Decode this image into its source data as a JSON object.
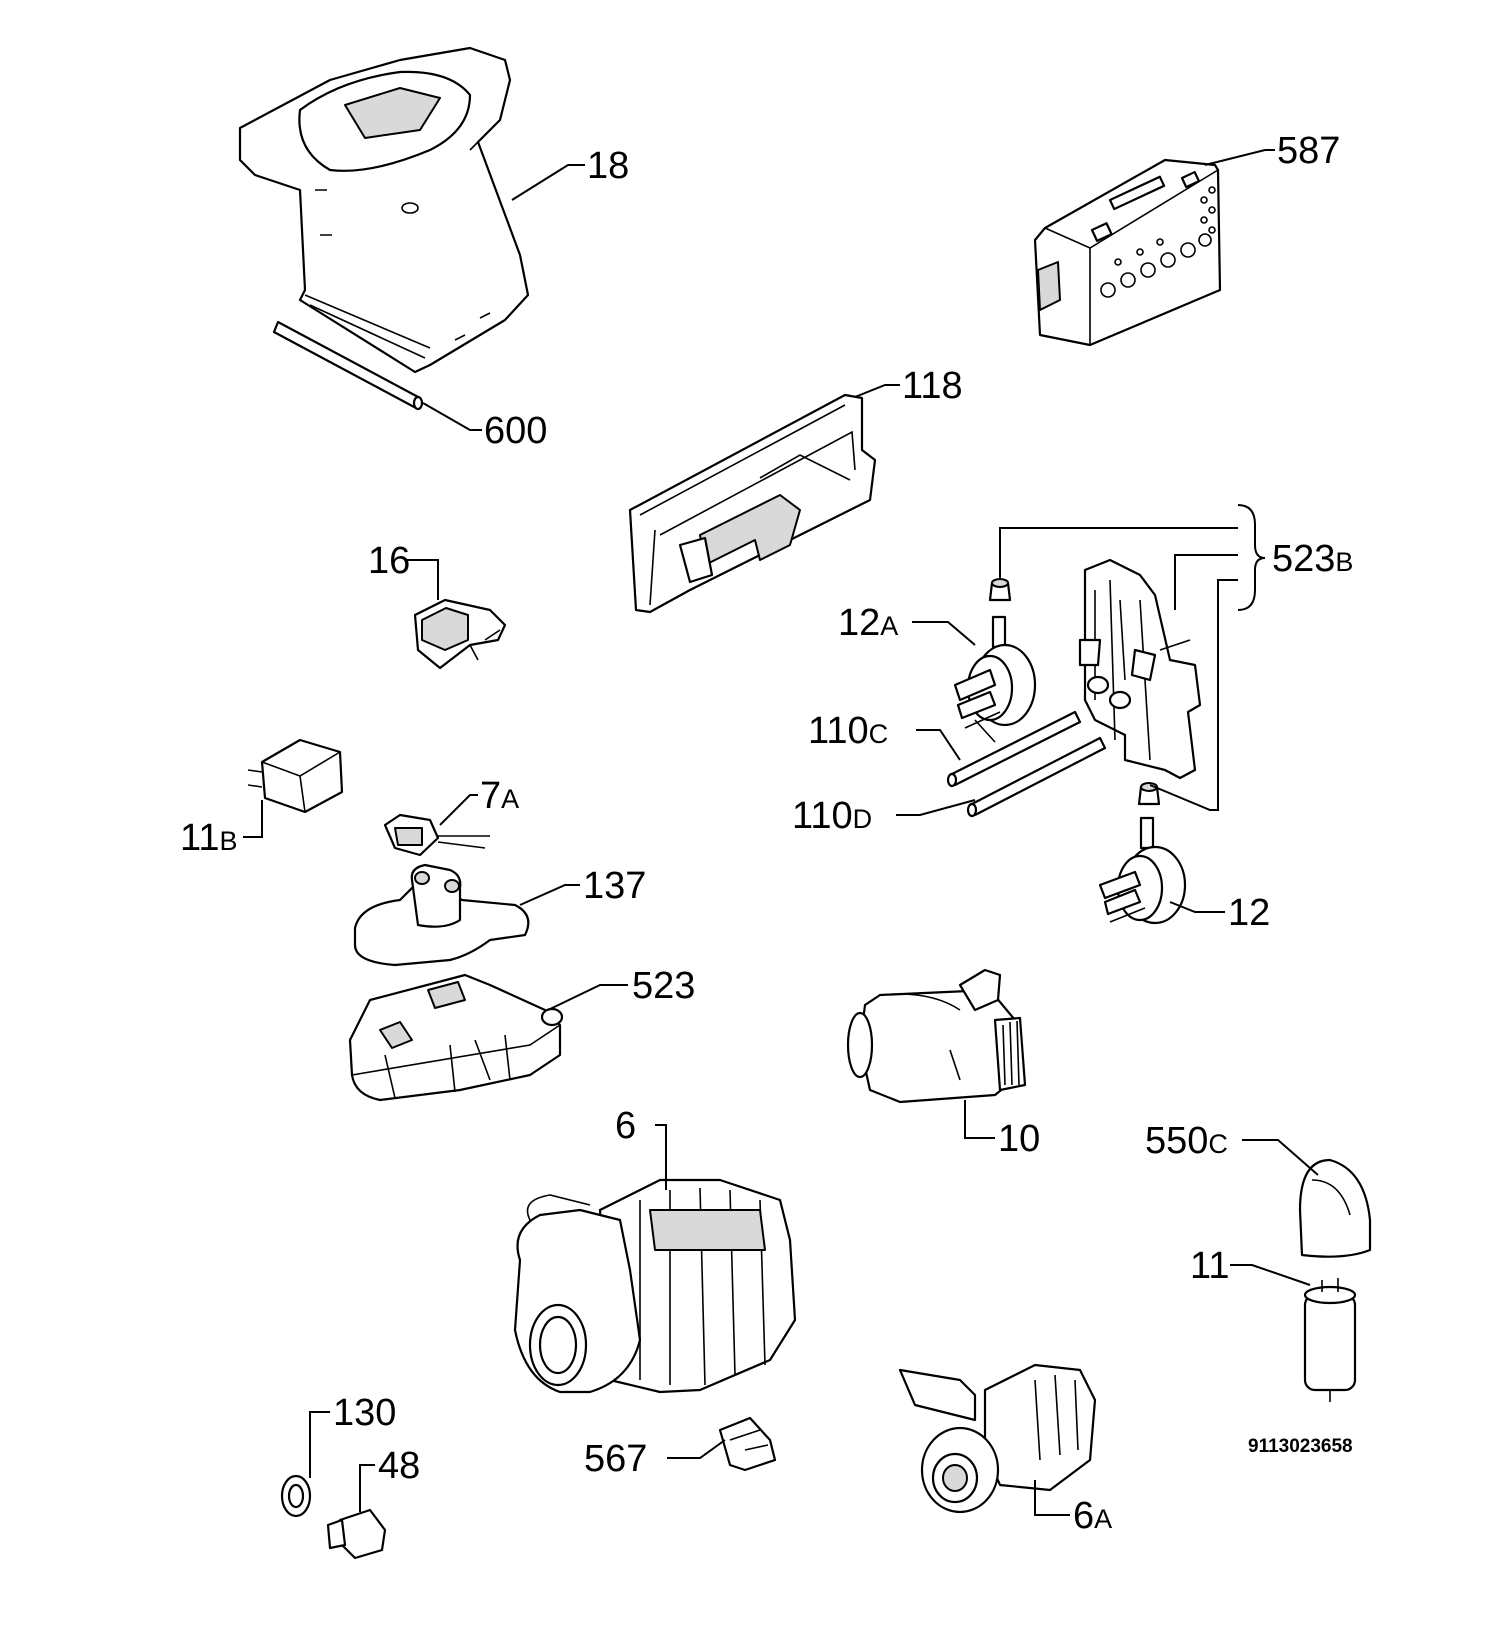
{
  "labels": {
    "l18": "18",
    "l587": "587",
    "l600": "600",
    "l118": "118",
    "l16": "16",
    "l523b": "523",
    "l523b_suffix": "B",
    "l12a": "12",
    "l12a_suffix": "A",
    "l110c": "110",
    "l110c_suffix": "C",
    "l110d": "110",
    "l110d_suffix": "D",
    "l11b": "11",
    "l11b_suffix": "B",
    "l7a": "7",
    "l7a_suffix": "A",
    "l137": "137",
    "l12": "12",
    "l523": "523",
    "l10": "10",
    "l6": "6",
    "l550c": "550",
    "l550c_suffix": "C",
    "l11": "11",
    "l130": "130",
    "l48": "48",
    "l567": "567",
    "l6a": "6",
    "l6a_suffix": "A"
  },
  "reference_number": "9113023658"
}
